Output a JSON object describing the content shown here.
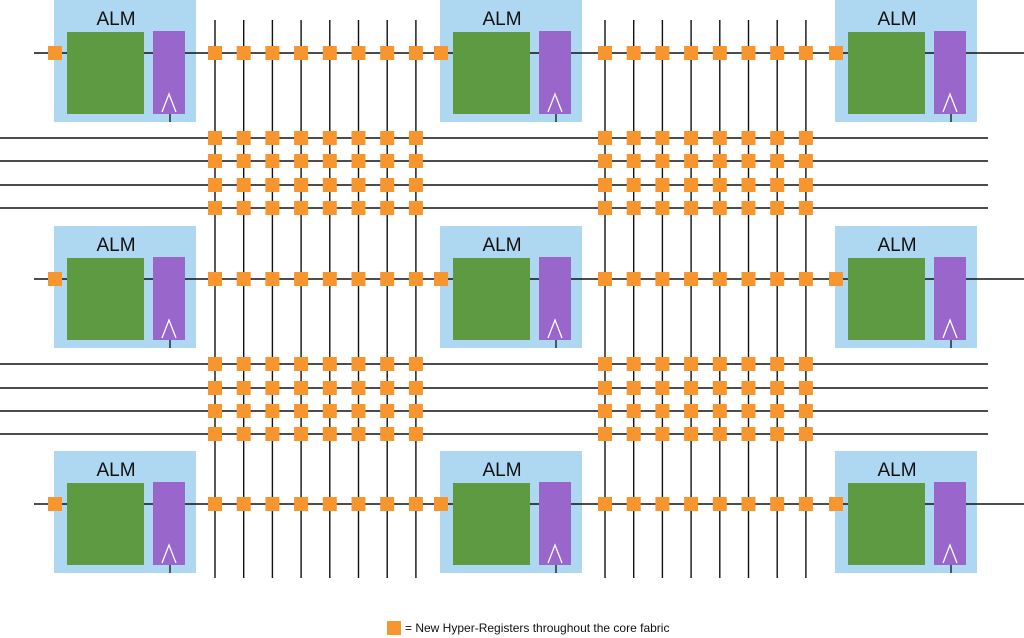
{
  "diagram": {
    "alm_label": "ALM",
    "alm_grid": {
      "rows": 3,
      "cols": 3
    },
    "routing_channels": {
      "vertical_tracks_per_channel": 8,
      "horizontal_tracks_per_channel": 4
    }
  },
  "legend": {
    "icon": "hyper-register-square",
    "text": "= New Hyper-Registers throughout the core fabric"
  },
  "colors": {
    "alm_background": "#aed8f2",
    "lut": "#5e9a42",
    "register": "#9966cc",
    "hyper_register": "#f7952f",
    "wire": "#111111"
  }
}
